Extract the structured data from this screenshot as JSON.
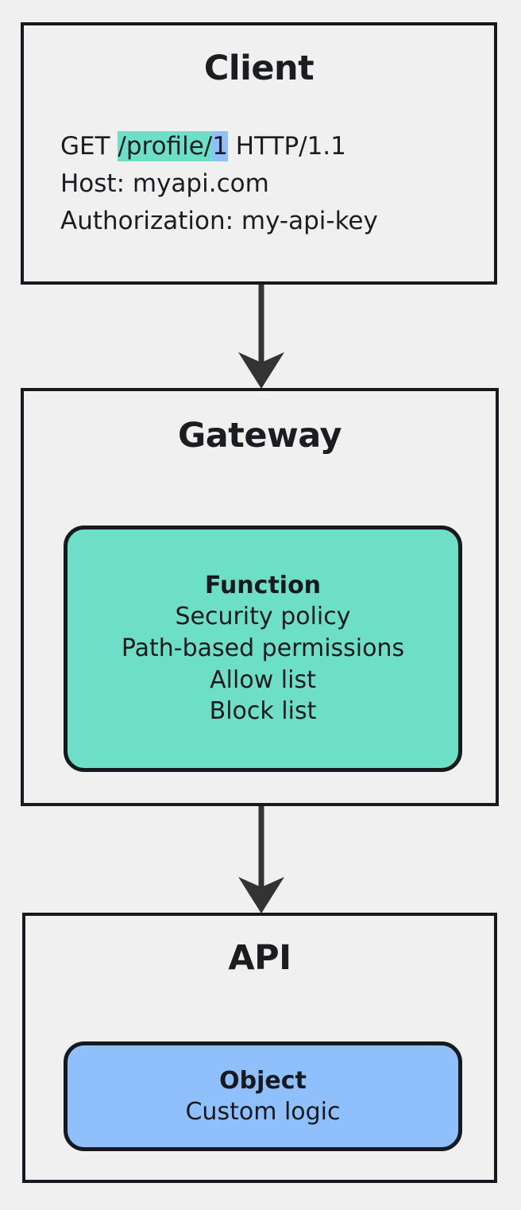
{
  "diagram": {
    "type": "flowchart",
    "direction": "top-to-bottom",
    "background_color": "#f0f0f0",
    "border_color": "#16191d",
    "accent_green": "#6edfc7",
    "accent_blue": "#8fc0fb"
  },
  "nodes": {
    "client": {
      "title": "Client",
      "request": {
        "line1": {
          "method": "GET ",
          "path_highlighted": "/profile/",
          "id_highlighted": "1",
          "protocol": " HTTP/1.1"
        },
        "line2": "Host: myapi.com",
        "line3": "Authorization: my-api-key"
      }
    },
    "gateway": {
      "title": "Gateway",
      "function_box": {
        "title": "Function",
        "items": [
          "Security policy",
          "Path-based permissions",
          "Allow list",
          "Block list"
        ]
      }
    },
    "api": {
      "title": "API",
      "object_box": {
        "title": "Object",
        "items": [
          "Custom logic"
        ]
      }
    }
  },
  "edges": [
    {
      "from": "client",
      "to": "gateway",
      "label": ""
    },
    {
      "from": "gateway",
      "to": "api",
      "label": ""
    }
  ]
}
